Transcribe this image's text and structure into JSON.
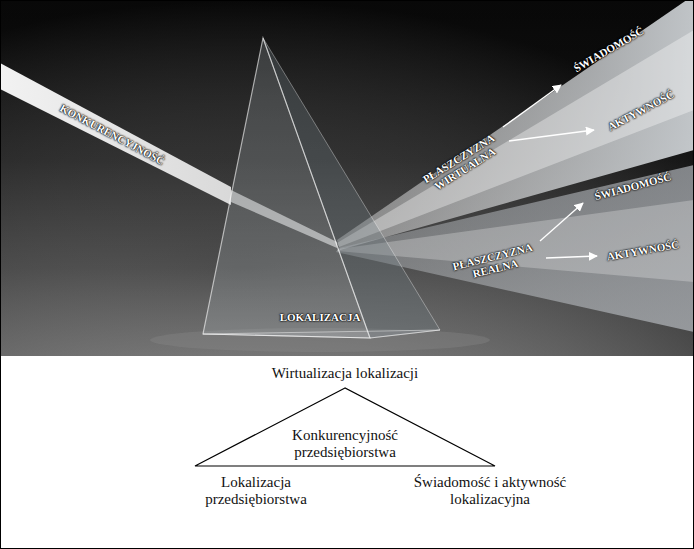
{
  "diagram": {
    "nodes": [
      {
        "text": [
          "LOKALIZACJA"
        ]
      },
      {
        "text": [
          "Konkurencyjność przedsiębiorstwa"
        ]
      }
    ],
    "labels": [
      "KONKURENCYJNOŚĆ",
      "PŁASZCZYZNA WIRTUALNA",
      "ŚWIADOMOŚĆ",
      "AKTYWNOŚĆ",
      "PŁASZCZYZNA REALNA",
      "ŚWIADOMOŚĆ",
      "AKTYWNOŚĆ",
      "Wirtualizacja lokalizacji",
      "Lokalizacja przedsiębiorstwa",
      "Świadomość i aktywność lokalizacyjna"
    ]
  }
}
